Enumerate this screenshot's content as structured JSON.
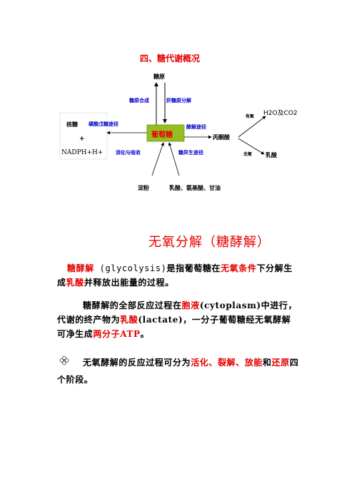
{
  "diagram": {
    "title": "四、糖代谢概况",
    "glycogen": "糖原",
    "glycogenesis": "糖原合成",
    "glycogenolysis": "肝糖原分解",
    "nucleotide": "核糖",
    "ppp": "磷酸戊糖途径",
    "plus": "+",
    "nadph": "NADPH+H+",
    "digestion": "消化与吸收",
    "glucose": "葡萄糖",
    "glycolysis_path": "酵解途径",
    "gluconeogenesis": "糖异生途径",
    "pyruvate": "丙酮酸",
    "aerobic": "有氧",
    "co2_water": "H2O及CO2",
    "anaerobic": "无氧",
    "lactate": "乳酸",
    "starch": "淀粉",
    "precursors": "乳酸、氨基酸、甘油"
  },
  "section": {
    "heading": "无氧分解（糖酵解）"
  },
  "paragraph1": {
    "term": "糖酵解",
    "eng": " (glycolysis)",
    "t1": "是指葡萄糖在",
    "cond": "无氧条件",
    "t2": "下分解生成",
    "prod": "乳酸",
    "t3": "并释放出能量的过程。"
  },
  "paragraph2": {
    "t1": "糖酵解的全部反应过程在",
    "loc": "胞液",
    "t2": "(cytoplasm)中进行，代谢的终产物为",
    "prod": "乳酸",
    "t3": "(lactate)，一分子葡萄糖经无氧酵解可净生成",
    "atp": "两分子ATP",
    "t4": "。"
  },
  "paragraph3": {
    "t1": "无氧酵解的反应过程可分为",
    "s1": "活化",
    "sep1": "、",
    "s2": "裂解",
    "sep2": "、",
    "s3": "放能",
    "t2": "和",
    "s4": "还原",
    "t3": "四个阶段。"
  }
}
